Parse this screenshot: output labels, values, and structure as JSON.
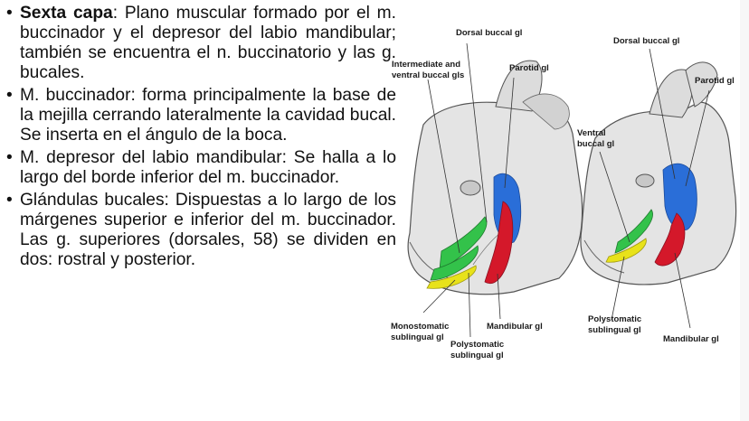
{
  "bullets": [
    {
      "bold": "Sexta capa",
      "text": ": Plano muscular formado por el m. buccinador y el depresor del labio mandibular; también se encuentra el n. buccinatorio y las g. bucales."
    },
    {
      "bold": "",
      "text": "M. buccinador: forma principalmente la base de la mejilla cerrando lateralmente la cavidad bucal. Se inserta en el ángulo de la boca."
    },
    {
      "bold": "",
      "text": "M. depresor del labio mandibular: Se halla a lo largo del borde inferior del m. buccinador."
    },
    {
      "bold": "",
      "text": "Glándulas bucales: Dispuestas a lo largo de los márgenes superior e inferior del m. buccinador. Las g. superiores (dorsales, 58) se dividen en dos: rostral y posterior."
    }
  ],
  "figure": {
    "left": {
      "dorsal": "Dorsal buccal gl",
      "intermediate_1": "Intermediate and",
      "intermediate_2": "ventral buccal gls",
      "parotid": "Parotid gl",
      "monostomatic_1": "Monostomatic",
      "monostomatic_2": "sublingual gl",
      "mandibular": "Mandibular gl",
      "polystomatic_1": "Polystomatic",
      "polystomatic_2": "sublingual gl"
    },
    "right": {
      "dorsal": "Dorsal buccal gl",
      "parotid": "Parotid gl",
      "ventral_1": "Ventral",
      "ventral_2": "buccal gl",
      "polystomatic_1": "Polystomatic",
      "polystomatic_2": "sublingual gl",
      "mandibular": "Mandibular gl"
    },
    "colors": {
      "dorsal_buccal": "#2a6ed8",
      "parotid": "#2a6ed8",
      "mandibular": "#d4182a",
      "buccal_ventral": "#33c24a",
      "sublingual": "#e8e21a"
    }
  }
}
